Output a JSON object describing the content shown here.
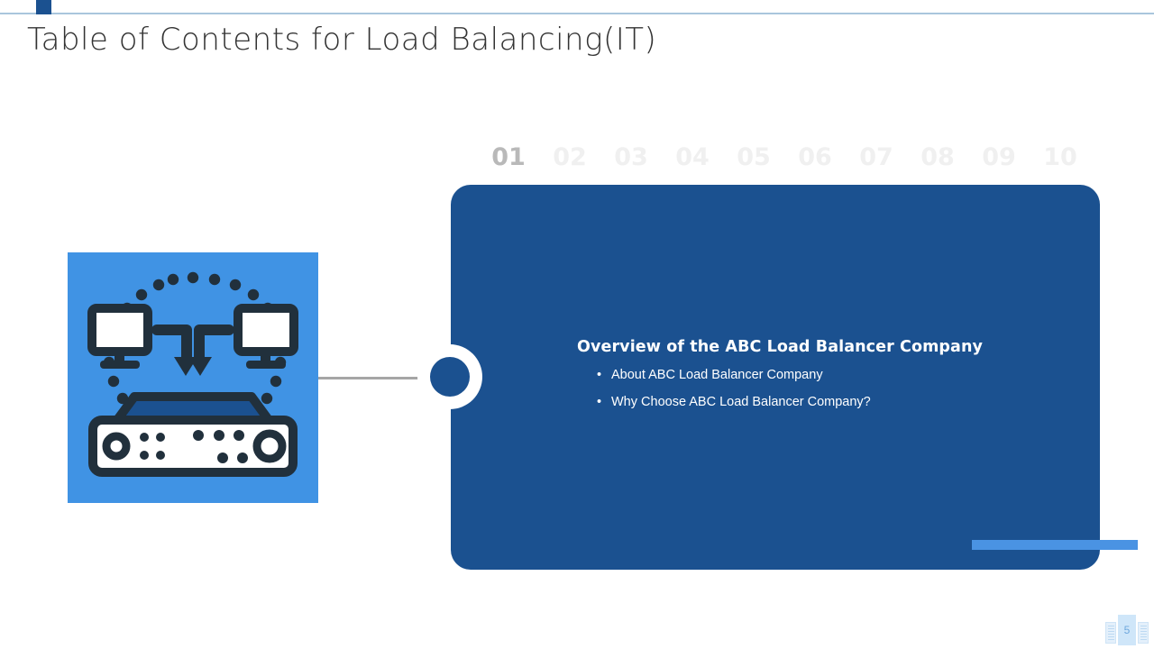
{
  "header": {
    "title": "Table of Contents for Load Balancing(IT)",
    "accent_square_color": "#1b5190",
    "rule_color": "#a9c6dd"
  },
  "steps": {
    "active_index": 0,
    "items": [
      {
        "label": "01"
      },
      {
        "label": "02"
      },
      {
        "label": "03"
      },
      {
        "label": "04"
      },
      {
        "label": "05"
      },
      {
        "label": "06"
      },
      {
        "label": "07"
      },
      {
        "label": "08"
      },
      {
        "label": "09"
      },
      {
        "label": "10"
      }
    ]
  },
  "panel": {
    "background_color": "#1b5190",
    "heading": "Overview of the ABC Load Balancer Company",
    "bullet_glyph": "•",
    "bullets": [
      {
        "text": "About ABC Load Balancer Company"
      },
      {
        "text": "Why Choose ABC Load Balancer Company?"
      }
    ],
    "accent_bar_color": "#4a93e3"
  },
  "illustration": {
    "name": "load-balancer-network-icon",
    "tile_color": "#4093e4",
    "stroke_color": "#21303c",
    "screen_color": "#ffffff",
    "device_top_color": "#1b5190"
  },
  "connector": {
    "line_color": "#a6a6a6",
    "node_ring_color": "#ffffff",
    "node_fill_color": "#1b5190"
  },
  "footer": {
    "page_number": "5"
  }
}
